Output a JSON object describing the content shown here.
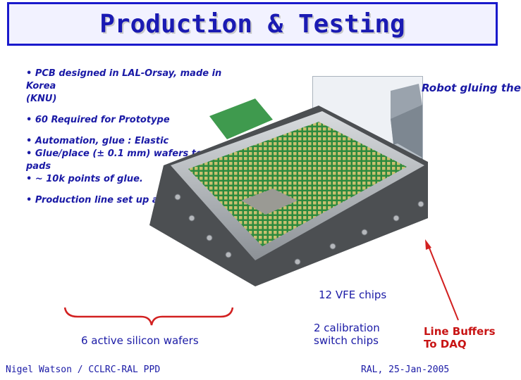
{
  "title": "Production & Testing",
  "bullets": {
    "b1_line1": "• PCB designed in LAL-Orsay, made in Korea",
    "b1_line2": "(KNU)",
    "b2": "• 60 Required for Prototype",
    "b3": "• Automation, glue : Elastic",
    "b4_line1": "• Glue/place (± 0.1 mm) wafers to",
    "b4_line2": "pads",
    "b5": "• ~ 10k points of glue.",
    "b6": "• Production line set up at RAL"
  },
  "cad_caption": "Robot gluing the",
  "labels": {
    "vfe_chips": "12 VFE chips",
    "silicon_wafers": "6 active silicon wafers",
    "calib_line1": "2 calibration",
    "calib_line2": "switch chips",
    "buffers_line1": "Line Buffers",
    "buffers_line2": "To DAQ"
  },
  "footer": {
    "left": "Nigel Watson / CCLRC-RAL PPD",
    "right": "RAL, 25-Jan-2005"
  },
  "colors": {
    "title_border": "#1a1acc",
    "text_blue": "#1a1aa6",
    "label_red": "#c81414",
    "arrow_red": "#d22020",
    "pcb_green": "#2d8a3e"
  }
}
